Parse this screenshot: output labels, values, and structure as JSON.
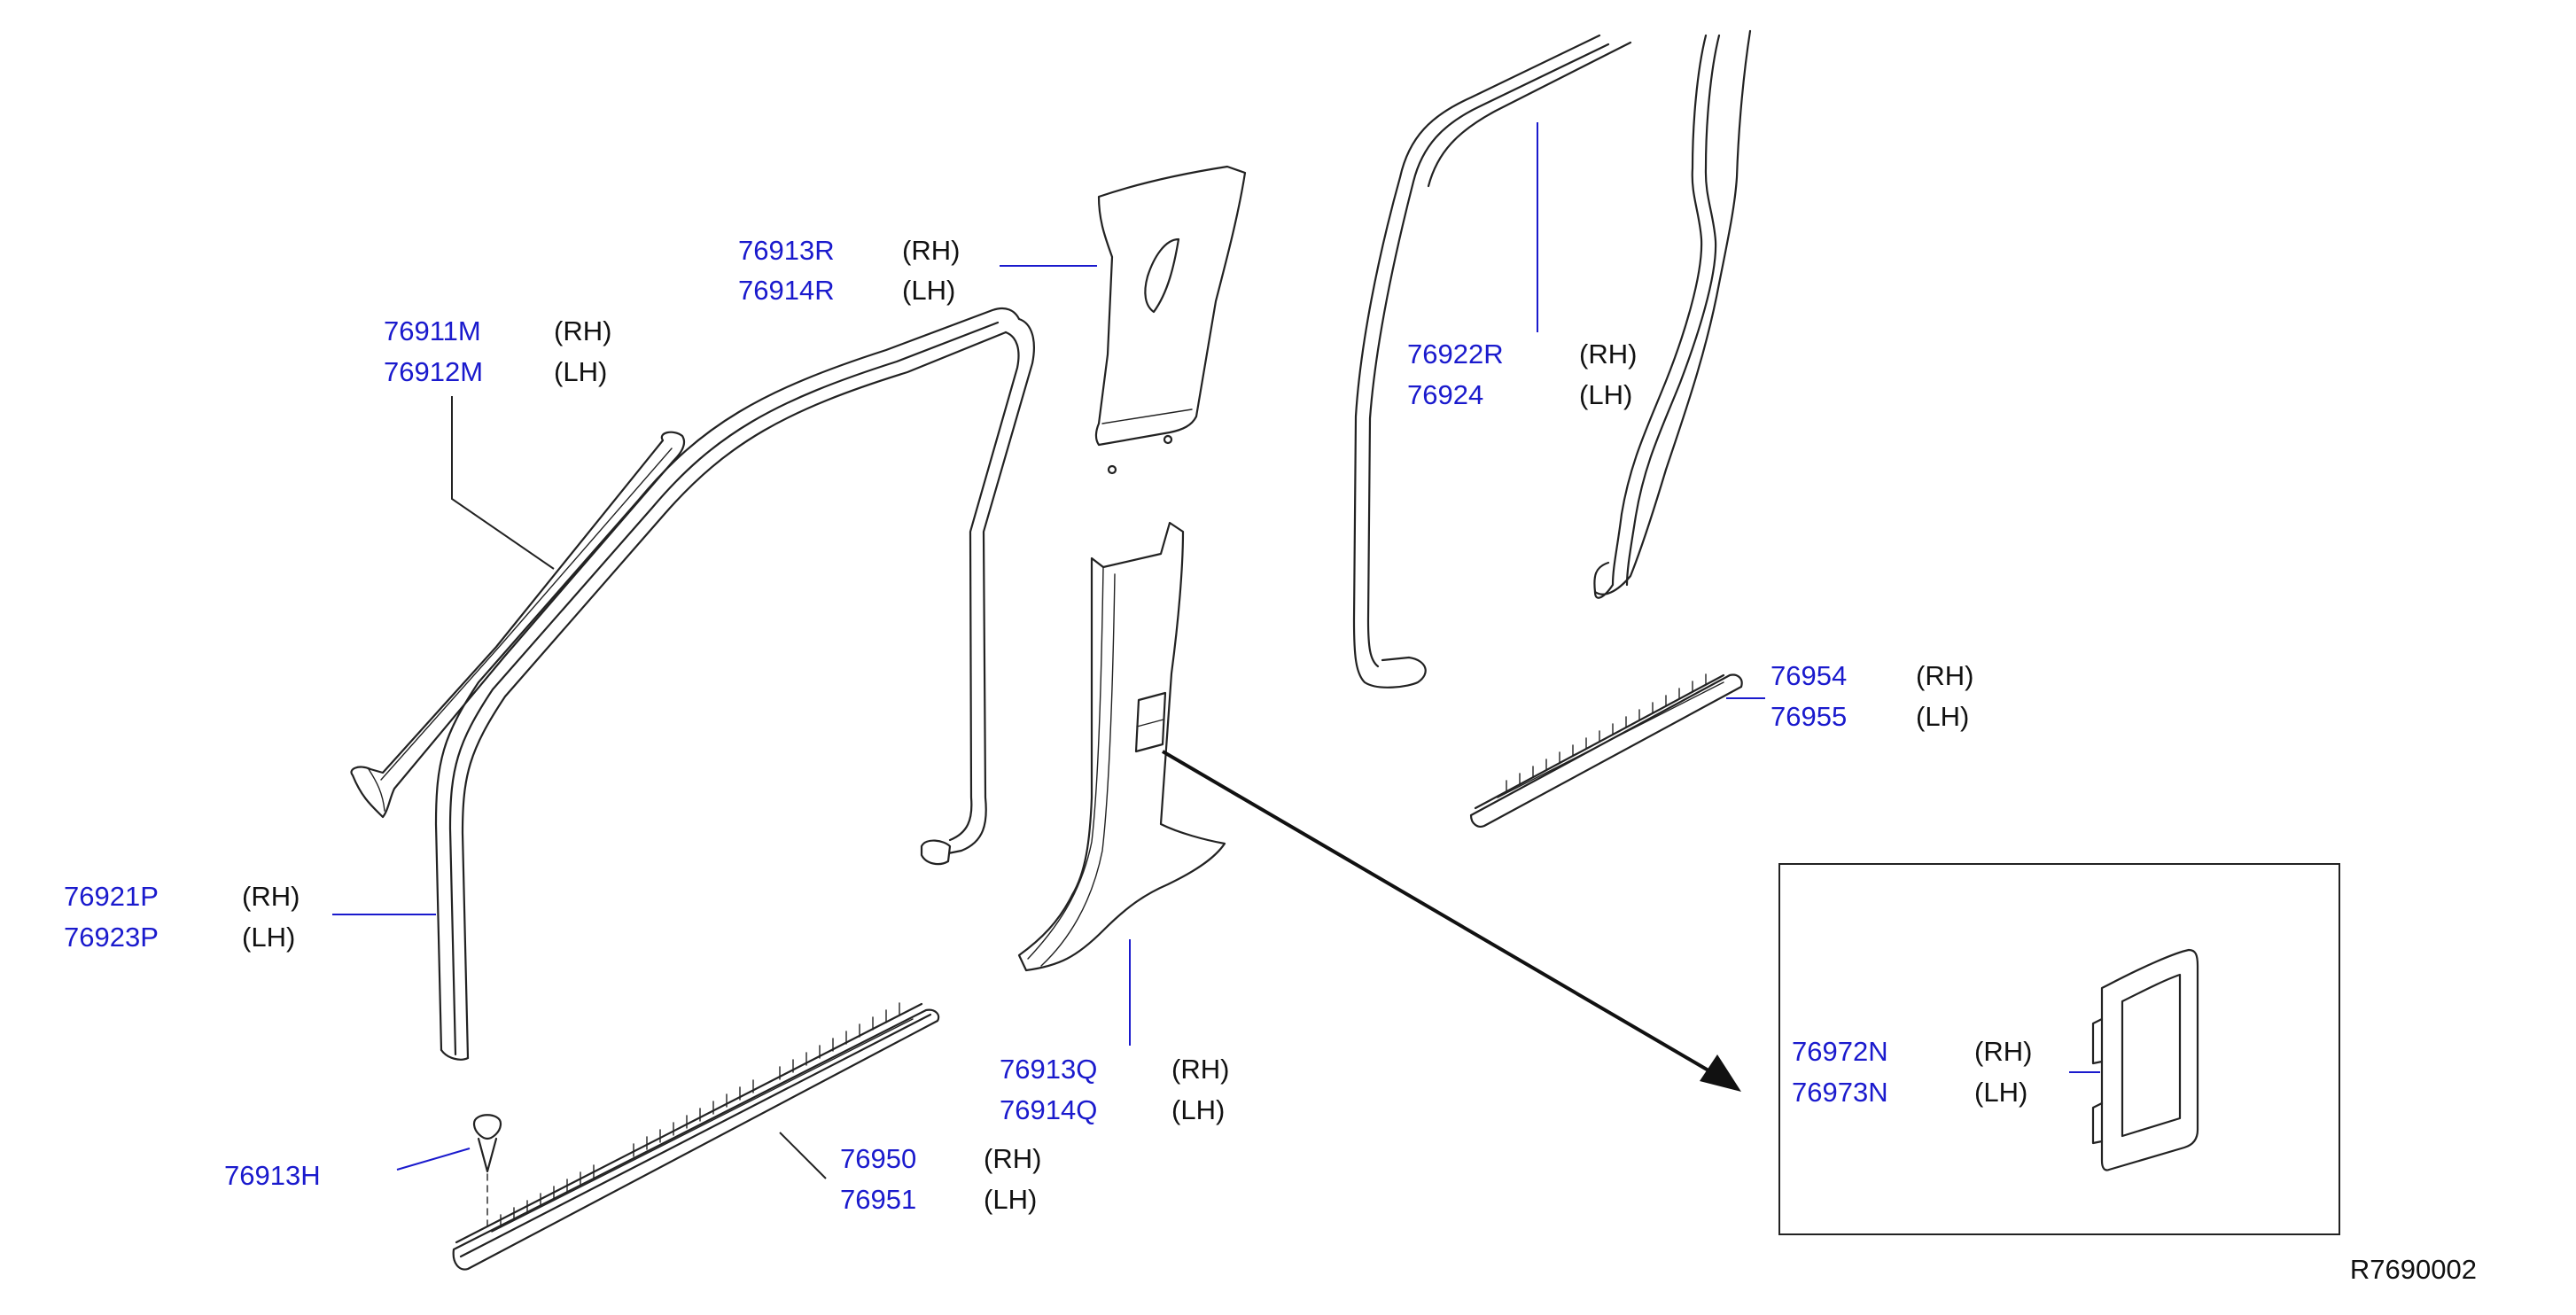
{
  "diagram_ref": "R7690002",
  "callouts": [
    {
      "id": "c1",
      "parts": [
        "76913R",
        "76914R"
      ],
      "sides": [
        "(RH)",
        "(LH)"
      ]
    },
    {
      "id": "c2",
      "parts": [
        "76911M",
        "76912M"
      ],
      "sides": [
        "(RH)",
        "(LH)"
      ]
    },
    {
      "id": "c3",
      "parts": [
        "76922R",
        "76924"
      ],
      "sides": [
        "(RH)",
        "(LH)"
      ]
    },
    {
      "id": "c4",
      "parts": [
        "76954",
        "76955"
      ],
      "sides": [
        "(RH)",
        "(LH)"
      ]
    },
    {
      "id": "c5",
      "parts": [
        "76921P",
        "76923P"
      ],
      "sides": [
        "(RH)",
        "(LH)"
      ]
    },
    {
      "id": "c6",
      "parts": [
        "76913Q",
        "76914Q"
      ],
      "sides": [
        "(RH)",
        "(LH)"
      ]
    },
    {
      "id": "c7",
      "parts": [
        "76972N",
        "76973N"
      ],
      "sides": [
        "(RH)",
        "(LH)"
      ]
    },
    {
      "id": "c8",
      "parts": [
        "76950",
        "76951"
      ],
      "sides": [
        "(RH)",
        "(LH)"
      ]
    },
    {
      "id": "c9",
      "parts": [
        "76913H"
      ],
      "sides": []
    }
  ],
  "colors": {
    "part_number": "#1a1acd",
    "line_art": "#222222",
    "background": "#ffffff"
  }
}
